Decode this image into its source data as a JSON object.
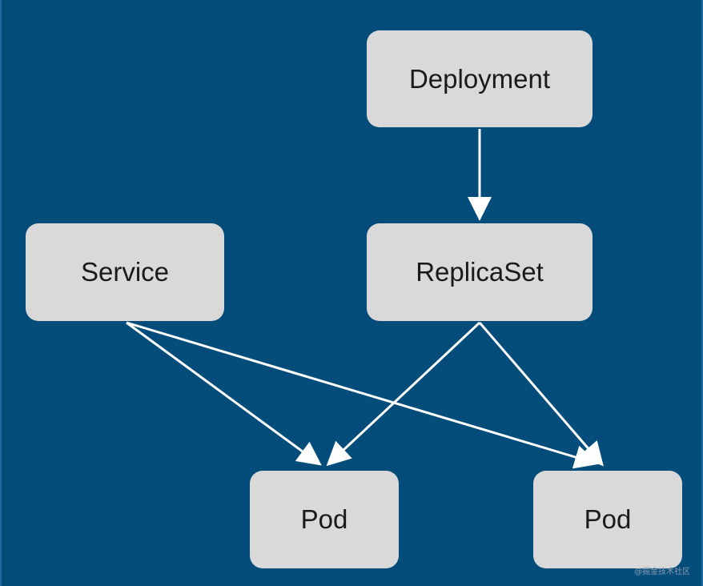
{
  "diagram": {
    "nodes": {
      "deployment": "Deployment",
      "service": "Service",
      "replicaset": "ReplicaSet",
      "pod1": "Pod",
      "pod2": "Pod"
    },
    "edges": [
      {
        "from": "deployment",
        "to": "replicaset"
      },
      {
        "from": "service",
        "to": "pod1"
      },
      {
        "from": "service",
        "to": "pod2"
      },
      {
        "from": "replicaset",
        "to": "pod1"
      },
      {
        "from": "replicaset",
        "to": "pod2"
      }
    ]
  },
  "watermark": "@掘金技术社区",
  "colors": {
    "background": "#044d7a",
    "node_fill": "#d9d9d9",
    "edge": "#ffffff"
  }
}
